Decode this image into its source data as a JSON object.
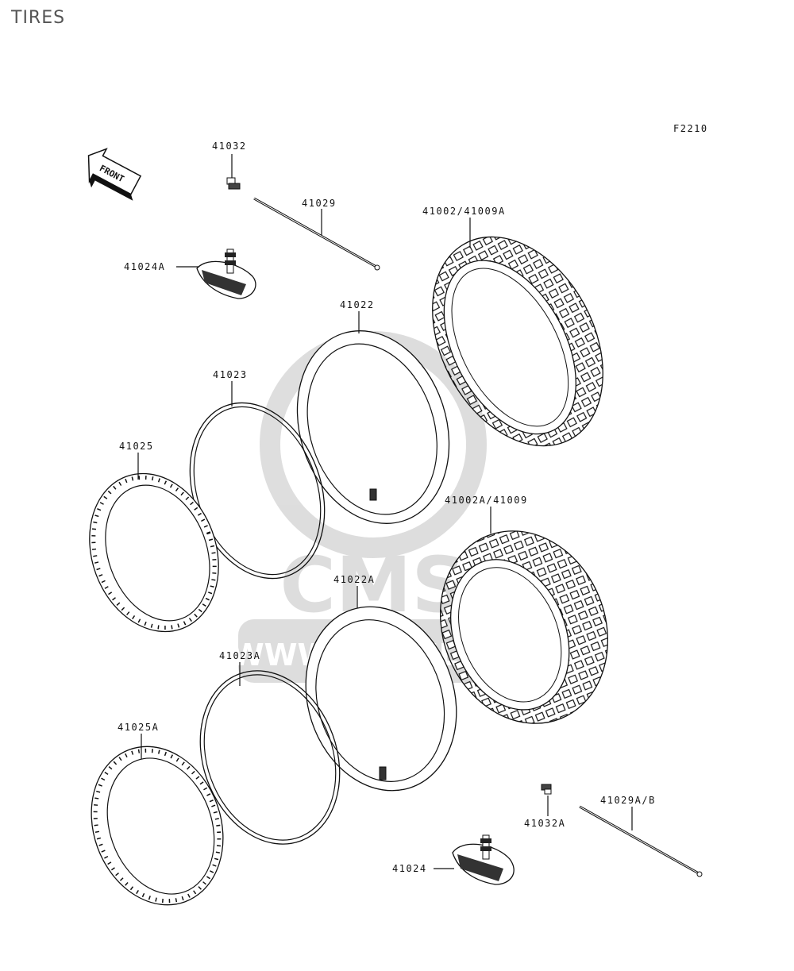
{
  "page": {
    "title": "TIRES",
    "figure_code": "F2210"
  },
  "front_arrow": {
    "text": "FRONT"
  },
  "watermark": {
    "logo_text": "CMS",
    "url_text": "WWW.CMSNL.COM"
  },
  "parts": [
    {
      "id": "41032",
      "label": "41032"
    },
    {
      "id": "41029",
      "label": "41029"
    },
    {
      "id": "41002-41009A",
      "label": "41002/41009A"
    },
    {
      "id": "41024A",
      "label": "41024A"
    },
    {
      "id": "41022",
      "label": "41022"
    },
    {
      "id": "41023",
      "label": "41023"
    },
    {
      "id": "41025",
      "label": "41025"
    },
    {
      "id": "41002A-41009",
      "label": "41002A/41009"
    },
    {
      "id": "41022A",
      "label": "41022A"
    },
    {
      "id": "41023A",
      "label": "41023A"
    },
    {
      "id": "41025A",
      "label": "41025A"
    },
    {
      "id": "41029A-B",
      "label": "41029A/B"
    },
    {
      "id": "41032A",
      "label": "41032A"
    },
    {
      "id": "41024",
      "label": "41024"
    }
  ]
}
